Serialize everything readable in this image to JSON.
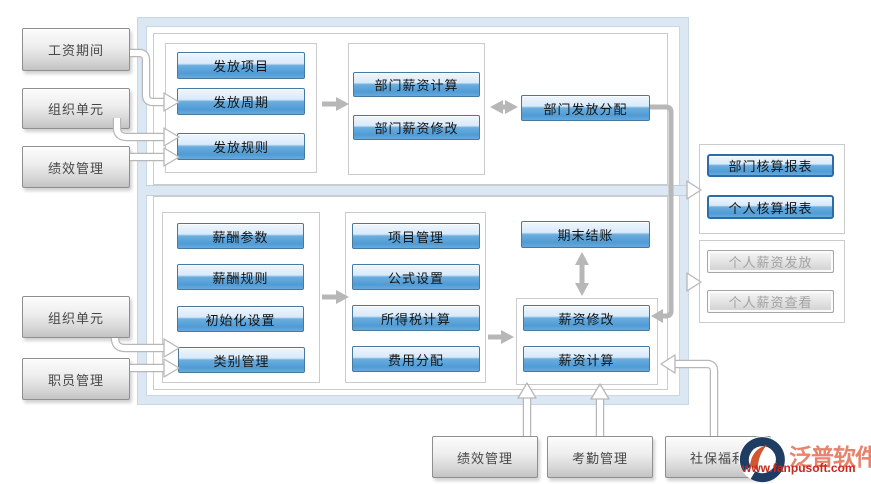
{
  "colors": {
    "node_blue": "#4f9cd6",
    "node_blue_light": "#d9eafa",
    "frame_blue": "#dbe7f3",
    "panel_border": "#cbcbcb",
    "connector_gray": "#b7b7b7",
    "input_gray": "#c3c3c3",
    "brand_salmon": "#e9826b",
    "brand_red": "#c5281c",
    "brand_navy": "#1f3c63"
  },
  "left_inputs": {
    "items": [
      {
        "label": "工资期间"
      },
      {
        "label": "组织单元"
      },
      {
        "label": "绩效管理"
      },
      {
        "label": "组织单元"
      },
      {
        "label": "职员管理"
      }
    ]
  },
  "top_section": {
    "issue_setup": {
      "items": [
        {
          "label": "发放项目"
        },
        {
          "label": "发放周期"
        },
        {
          "label": "发放规则"
        }
      ]
    },
    "dept_ops": {
      "items": [
        {
          "label": "部门薪资计算"
        },
        {
          "label": "部门薪资修改"
        }
      ]
    },
    "allocation_label": "部门发放分配"
  },
  "bottom_section": {
    "salary_setup": {
      "items": [
        {
          "label": "薪酬参数"
        },
        {
          "label": "薪酬规则"
        },
        {
          "label": "初始化设置"
        },
        {
          "label": "类别管理"
        }
      ]
    },
    "calc_setup": {
      "items": [
        {
          "label": "项目管理"
        },
        {
          "label": "公式设置"
        },
        {
          "label": "所得税计算"
        },
        {
          "label": "费用分配"
        }
      ]
    },
    "closing_label": "期末结账",
    "salary_ops": {
      "items": [
        {
          "label": "薪资修改"
        },
        {
          "label": "薪资计算"
        }
      ]
    }
  },
  "right_outputs": {
    "reports": {
      "items": [
        {
          "label": "部门核算报表"
        },
        {
          "label": "个人核算报表"
        }
      ]
    },
    "personal": {
      "items": [
        {
          "label": "个人薪资发放"
        },
        {
          "label": "个人薪资查看"
        }
      ]
    }
  },
  "bottom_inputs": {
    "items": [
      {
        "label": "绩效管理"
      },
      {
        "label": "考勤管理"
      },
      {
        "label": "社保福利"
      }
    ]
  },
  "logo": {
    "brand": "泛普软件",
    "website": "www.fanpusoft.com"
  }
}
